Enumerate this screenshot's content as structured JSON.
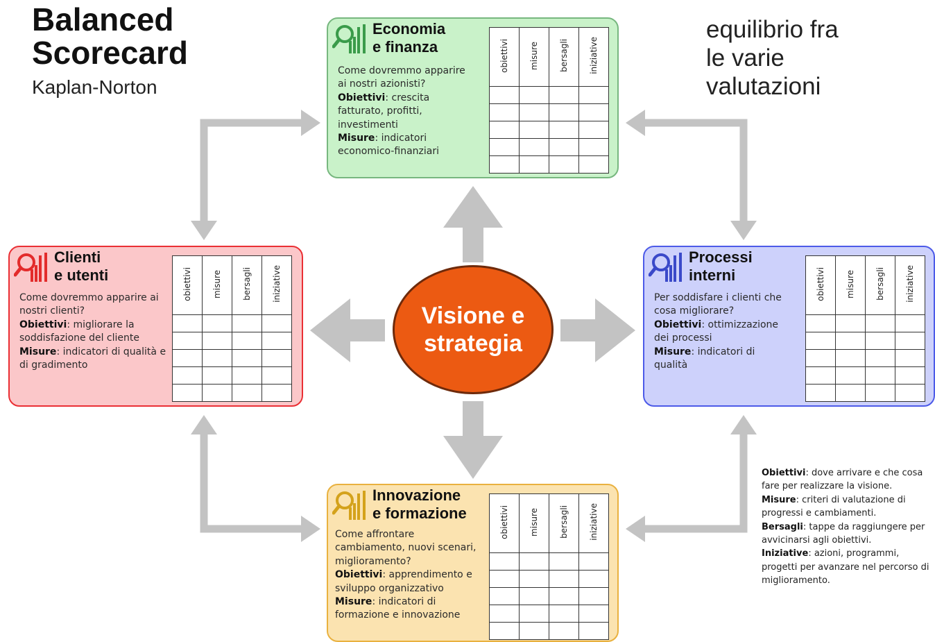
{
  "title": {
    "line1": "Balanced",
    "line2": "Scorecard",
    "subtitle": "Kaplan-Norton"
  },
  "balance_note": [
    "equilibrio fra",
    "le varie",
    "valutazioni"
  ],
  "center": {
    "line1": "Visione e",
    "line2": "strategia",
    "color": "#ec5a12"
  },
  "table_columns": [
    "obiettivi",
    "misure",
    "bersagli",
    "iniziative"
  ],
  "cards": {
    "finance": {
      "heading": [
        "Economia",
        "e finanza"
      ],
      "question": "Come dovremmo apparire ai nostri azionisti?",
      "objectives_label": "Obiettivi",
      "objectives": "crescita fatturato, profitti, investimenti",
      "measures_label": "Misure",
      "measures": "indicatori economico-finanziari",
      "icon": "chart-magnifier-icon",
      "icon_color": "#3a9b4a",
      "background": "#c9f2c9"
    },
    "clients": {
      "heading": [
        "Clienti",
        "e utenti"
      ],
      "question": "Come dovremmo apparire ai nostri clienti?",
      "objectives_label": "Obiettivi",
      "objectives": "migliorare la soddisfazione del cliente",
      "measures_label": "Misure",
      "measures": "indicatori di qualità e di gradimento",
      "icon": "chart-magnifier-icon",
      "icon_color": "#e32b2b",
      "background": "#fbc7c9"
    },
    "processes": {
      "heading": [
        "Processi",
        "interni"
      ],
      "question": "Per soddisfare i clienti che cosa migliorare?",
      "objectives_label": "Obiettivi",
      "objectives": "ottimizzazione dei processi",
      "measures_label": "Misure",
      "measures": "indicatori di qualità",
      "icon": "chart-magnifier-icon",
      "icon_color": "#3a49c9",
      "background": "#cdd1fb"
    },
    "innovation": {
      "heading": [
        "Innovazione",
        "e formazione"
      ],
      "question": "Come affrontare cambiamento, nuovi scenari, miglioramento?",
      "objectives_label": "Obiettivi",
      "objectives": "apprendimento e sviluppo organizzativo",
      "measures_label": "Misure",
      "measures": "indicatori di formazione e innovazione",
      "icon": "chart-magnifier-icon",
      "icon_color": "#d4a21b",
      "background": "#fbe3b0"
    }
  },
  "legend": [
    {
      "term": "Obiettivi",
      "text": "dove arrivare e che cosa fare per realizzare la visione."
    },
    {
      "term": "Misure",
      "text": "criteri di valutazione di progressi e cambiamenti."
    },
    {
      "term": "Bersagli",
      "text": "tappe da raggiungere per avvicinarsi agli obiettivi."
    },
    {
      "term": "Iniziative",
      "text": "azioni, programmi, progetti per avanzare nel percorso di miglioramento."
    }
  ],
  "arrow_color": "#c3c3c3"
}
